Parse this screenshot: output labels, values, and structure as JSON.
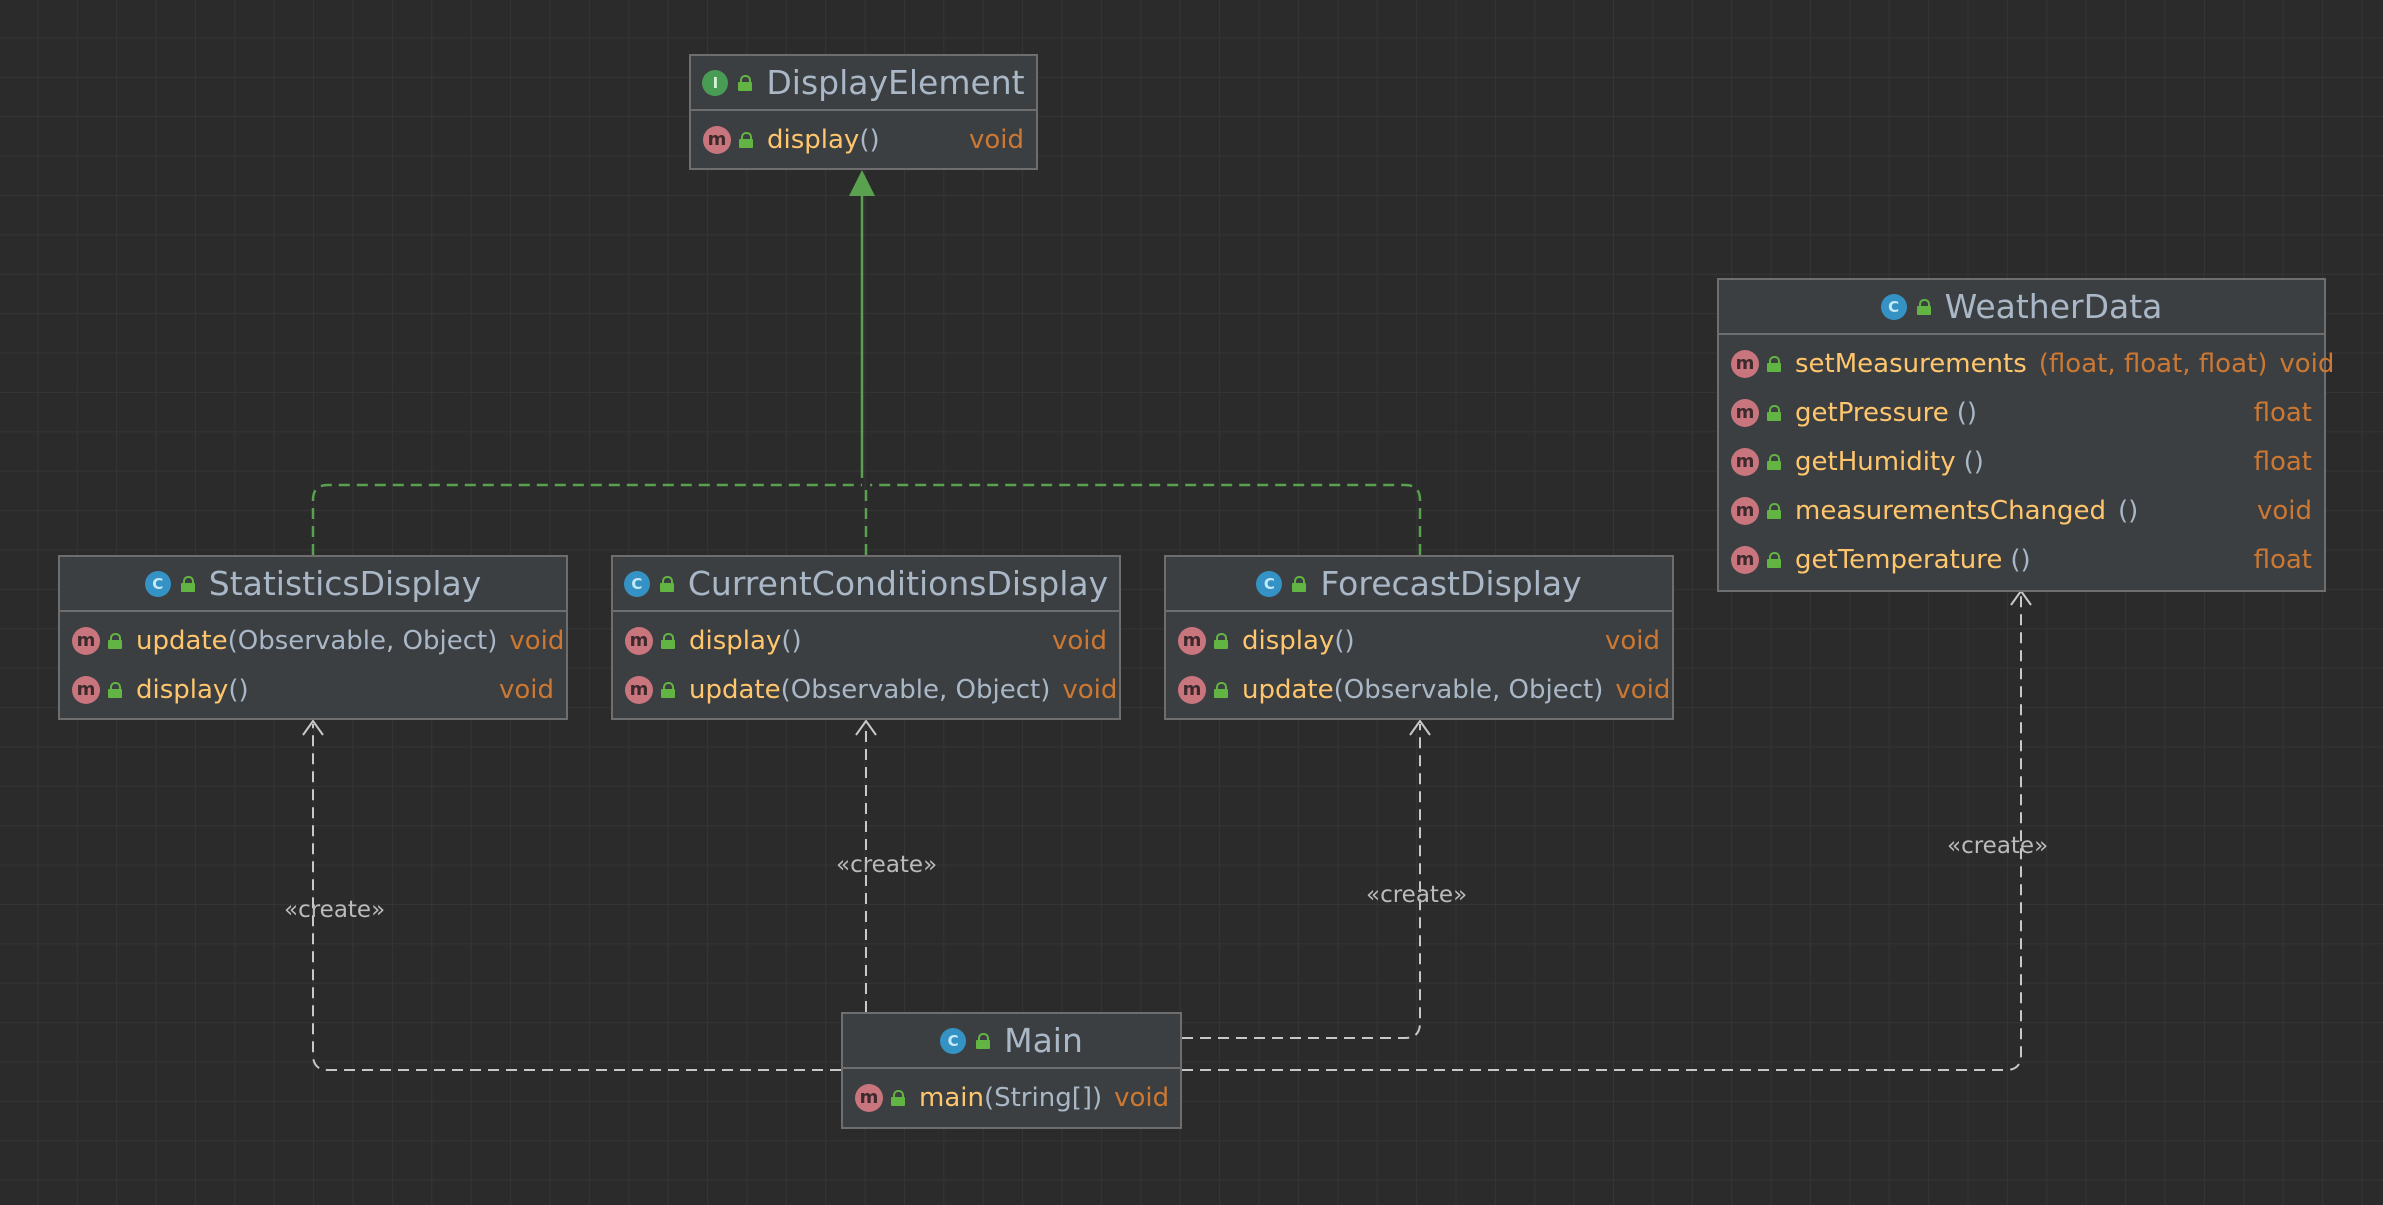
{
  "diagram": {
    "nodes": [
      {
        "id": "DisplayElement",
        "kind": "interface",
        "kind_icon": "interface-icon",
        "kind_letter": "I",
        "name": "DisplayElement",
        "members": [
          {
            "name": "display",
            "params": "()",
            "return": "void"
          }
        ]
      },
      {
        "id": "WeatherData",
        "kind": "class",
        "kind_icon": "class-icon",
        "kind_letter": "C",
        "name": "WeatherData",
        "members": [
          {
            "name": "setMeasurements",
            "params": "(float, float, float)",
            "return": "void"
          },
          {
            "name": "getPressure",
            "params": "()",
            "return": "float"
          },
          {
            "name": "getHumidity",
            "params": "()",
            "return": "float"
          },
          {
            "name": "measurementsChanged",
            "params": "()",
            "return": "void"
          },
          {
            "name": "getTemperature",
            "params": "()",
            "return": "float"
          }
        ]
      },
      {
        "id": "StatisticsDisplay",
        "kind": "class",
        "kind_icon": "class-icon",
        "kind_letter": "C",
        "name": "StatisticsDisplay",
        "members": [
          {
            "name": "update",
            "params": "(Observable, Object)",
            "return": "void"
          },
          {
            "name": "display",
            "params": "()",
            "return": "void"
          }
        ]
      },
      {
        "id": "CurrentConditionsDisplay",
        "kind": "class",
        "kind_icon": "class-icon",
        "kind_letter": "C",
        "name": "CurrentConditionsDisplay",
        "members": [
          {
            "name": "display",
            "params": "()",
            "return": "void"
          },
          {
            "name": "update",
            "params": "(Observable, Object)",
            "return": "void"
          }
        ]
      },
      {
        "id": "ForecastDisplay",
        "kind": "class",
        "kind_icon": "class-icon",
        "kind_letter": "C",
        "name": "ForecastDisplay",
        "members": [
          {
            "name": "display",
            "params": "()",
            "return": "void"
          },
          {
            "name": "update",
            "params": "(Observable, Object)",
            "return": "void"
          }
        ]
      },
      {
        "id": "Main",
        "kind": "class",
        "kind_icon": "class-icon",
        "kind_letter": "C",
        "name": "Main",
        "members": [
          {
            "name": "main",
            "params": "(String[])",
            "return": "void"
          }
        ]
      }
    ],
    "edges": [
      {
        "from": "StatisticsDisplay",
        "to": "DisplayElement",
        "type": "realization"
      },
      {
        "from": "CurrentConditionsDisplay",
        "to": "DisplayElement",
        "type": "realization"
      },
      {
        "from": "ForecastDisplay",
        "to": "DisplayElement",
        "type": "realization"
      },
      {
        "from": "Main",
        "to": "StatisticsDisplay",
        "type": "dependency",
        "label": "«create»"
      },
      {
        "from": "Main",
        "to": "CurrentConditionsDisplay",
        "type": "dependency",
        "label": "«create»"
      },
      {
        "from": "Main",
        "to": "ForecastDisplay",
        "type": "dependency",
        "label": "«create»"
      },
      {
        "from": "Main",
        "to": "WeatherData",
        "type": "dependency",
        "label": "«create»"
      }
    ],
    "colors": {
      "background": "#2b2b2b",
      "node_fill": "#3c3f41",
      "node_border": "#6e6e6e",
      "realization_edge": "#59a14f",
      "dependency_edge": "#c8c8c8",
      "class_name": "#a9b7c6",
      "method_name": "#ffc66d",
      "return_type": "#cc7832"
    }
  }
}
